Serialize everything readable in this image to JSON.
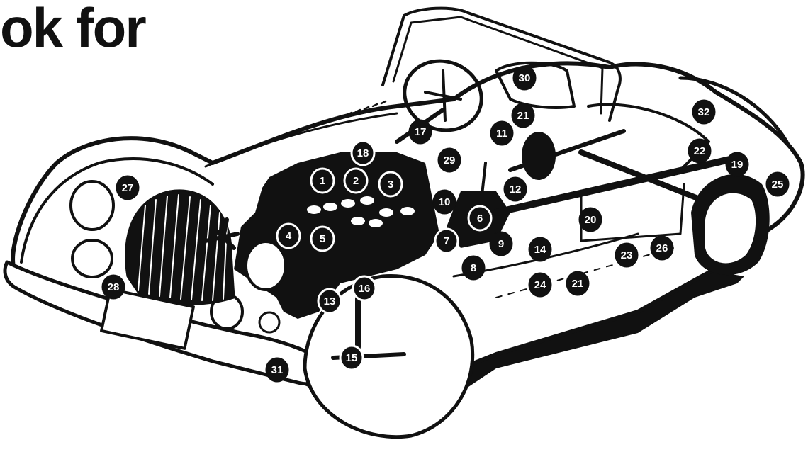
{
  "heading": "ok for",
  "callouts": [
    {
      "num": "1",
      "style": "outline"
    },
    {
      "num": "2",
      "style": "outline"
    },
    {
      "num": "3",
      "style": "outline"
    },
    {
      "num": "4",
      "style": "outline"
    },
    {
      "num": "5",
      "style": "outline"
    },
    {
      "num": "6",
      "style": "outline"
    },
    {
      "num": "7",
      "style": "outline"
    },
    {
      "num": "8",
      "style": "filled"
    },
    {
      "num": "9",
      "style": "filled"
    },
    {
      "num": "10",
      "style": "filled"
    },
    {
      "num": "11",
      "style": "filled"
    },
    {
      "num": "12",
      "style": "filled"
    },
    {
      "num": "13",
      "style": "outline"
    },
    {
      "num": "14",
      "style": "filled"
    },
    {
      "num": "15",
      "style": "outline"
    },
    {
      "num": "16",
      "style": "outline"
    },
    {
      "num": "17",
      "style": "filled"
    },
    {
      "num": "18",
      "style": "outline"
    },
    {
      "num": "19",
      "style": "filled"
    },
    {
      "num": "20",
      "style": "filled"
    },
    {
      "num": "21",
      "style": "filled"
    },
    {
      "num": "21",
      "style": "filled"
    },
    {
      "num": "22",
      "style": "filled"
    },
    {
      "num": "23",
      "style": "filled"
    },
    {
      "num": "24",
      "style": "filled"
    },
    {
      "num": "25",
      "style": "filled"
    },
    {
      "num": "26",
      "style": "filled"
    },
    {
      "num": "27",
      "style": "filled"
    },
    {
      "num": "28",
      "style": "filled"
    },
    {
      "num": "29",
      "style": "filled"
    },
    {
      "num": "30",
      "style": "filled"
    },
    {
      "num": "31",
      "style": "filled"
    },
    {
      "num": "32",
      "style": "filled"
    }
  ],
  "colors": {
    "ink": "#111111",
    "paper": "#ffffff"
  }
}
